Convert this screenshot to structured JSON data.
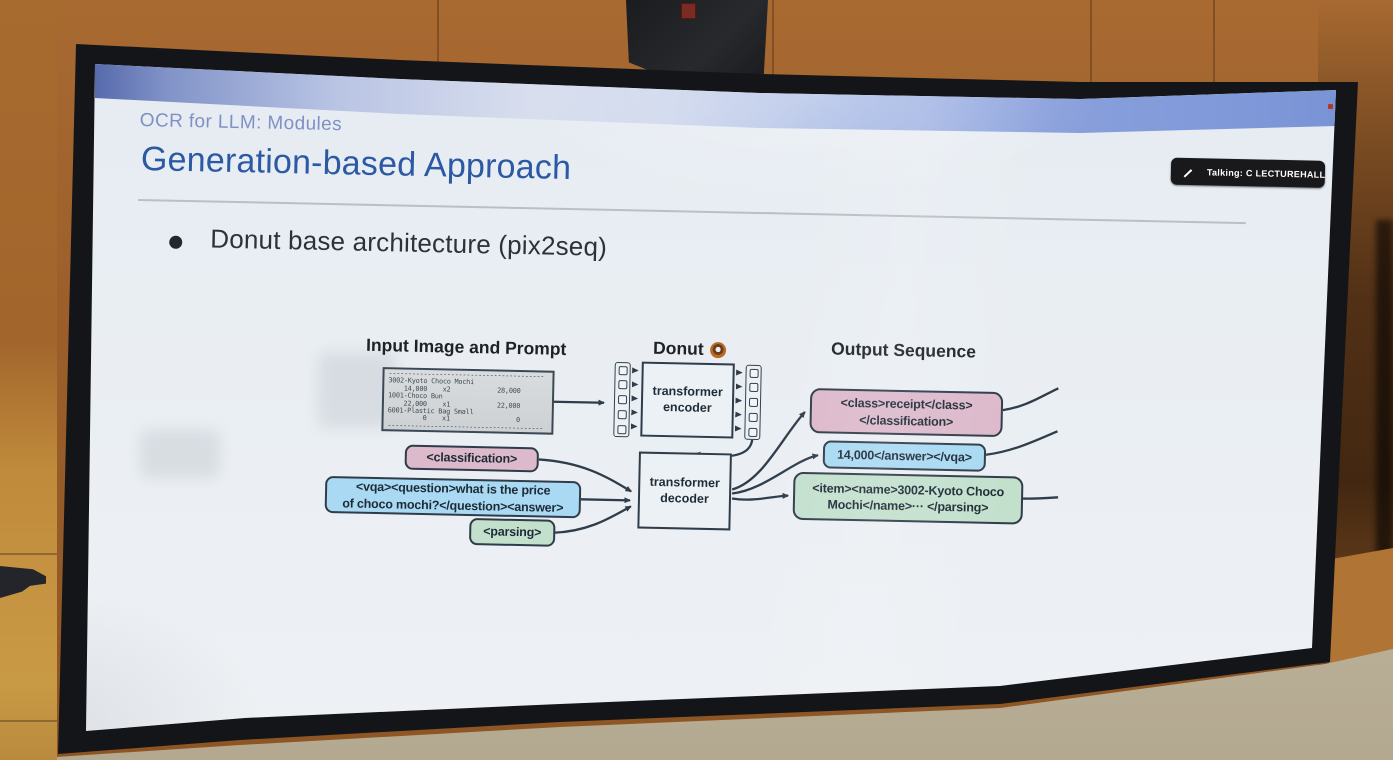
{
  "overlay": {
    "talking_badge": "Talking: C LECTUREHALL"
  },
  "slide": {
    "kicker": "OCR for LLM: Modules",
    "title": "Generation-based Approach",
    "bullet": "Donut base architecture (pix2seq)",
    "diagram": {
      "col_input": "Input Image and Prompt",
      "col_model": "Donut",
      "col_output": "Output Sequence",
      "receipt_text": "----------------------------------------\n3002-Kyoto Choco Mochi\n    14,000    x2            28,000\n1001-Choco Bun\n    22,000    x1            22,000\n6001-Plastic Bag Small\n         0    x1                 0\n----------------------------------------",
      "encoder": "transformer\nencoder",
      "decoder": "transformer\ndecoder",
      "prompts": [
        {
          "label": "<classification>"
        },
        {
          "label": "<vqa><question>what is the price\nof choco mochi?</question><answer>"
        },
        {
          "label": "<parsing>"
        }
      ],
      "outputs": [
        {
          "label": "<class>receipt</class>\n</classification>"
        },
        {
          "label": "14,000</answer></vqa>"
        },
        {
          "label": "<item><name>3002-Kyoto Choco\nMochi</name>··· </parsing>"
        }
      ]
    }
  },
  "colors": {
    "title_blue": "#2b59a3",
    "kicker_blue": "#7f90c5",
    "prompt_pink": "#dcb9cb",
    "prompt_blue": "#a9d9f3",
    "prompt_green": "#c3e0cd",
    "connector": "#2f3c49",
    "badge_bg": "#19191b"
  }
}
